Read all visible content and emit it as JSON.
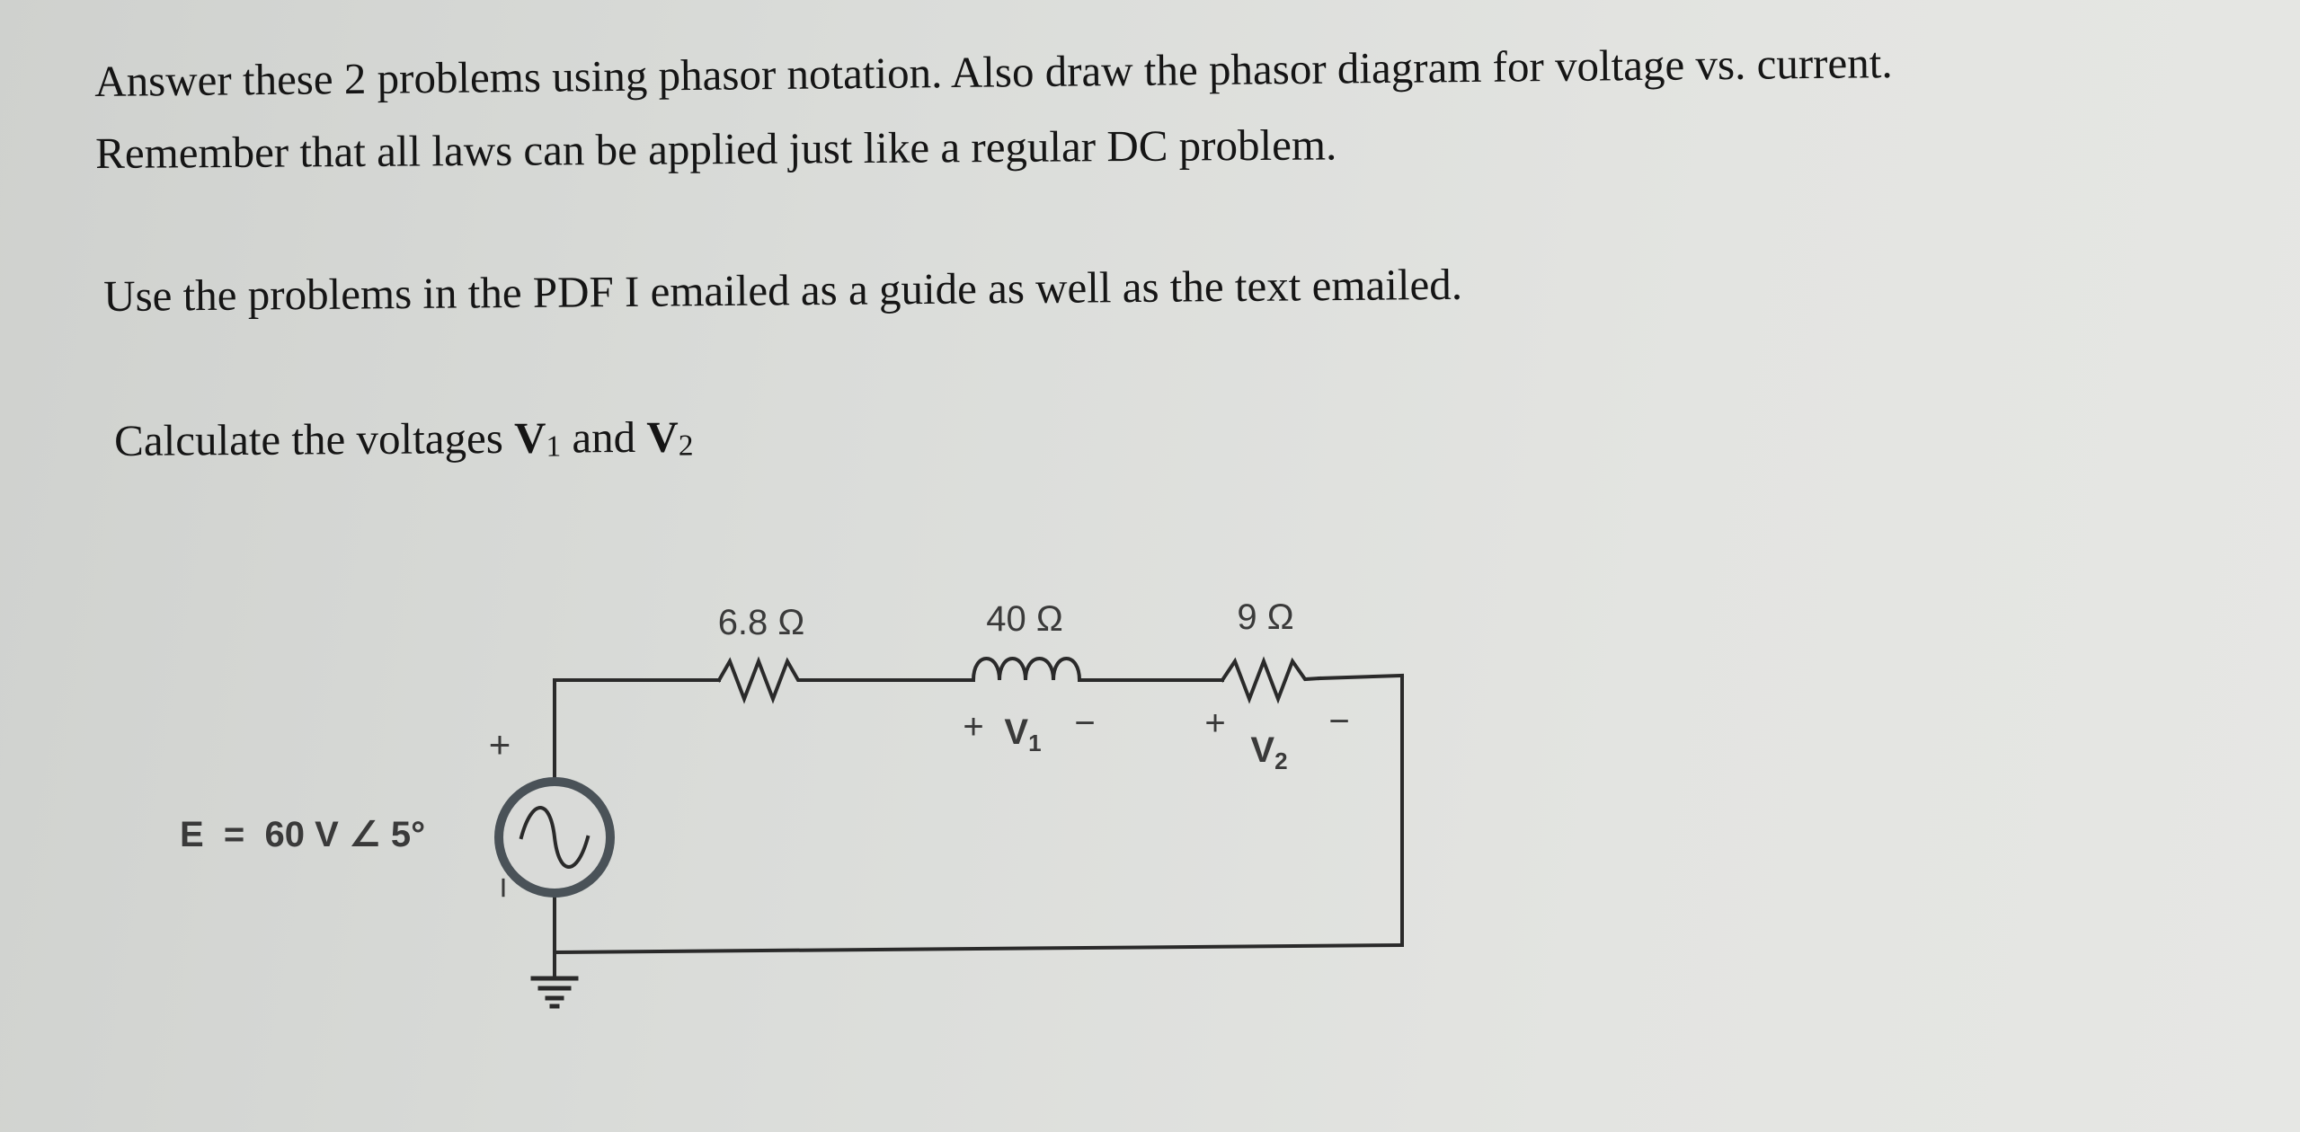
{
  "document": {
    "instruction_line1": "Answer these 2 problems using phasor notation.  Also draw the phasor diagram for voltage vs. current.",
    "instruction_line2": "Remember that all laws can be applied just like a regular DC problem.",
    "guide_line": "Use the problems in the PDF I emailed as a guide as well as the text emailed.",
    "question": {
      "prefix": "Calculate the voltages ",
      "v1_letter": "V",
      "v1_sub": "1",
      "conjunction": " and ",
      "v2_letter": "V",
      "v2_sub": "2"
    }
  },
  "circuit": {
    "source_label": "E  =  60 V ∠ 5°",
    "source_plus": "+",
    "source_minus": "−",
    "r1_label": "6.8 Ω",
    "inductor_label": "40 Ω",
    "r2_label": "9 Ω",
    "v1_plus": "+",
    "v1_letter": "V",
    "v1_sub": "1",
    "v1_minus": "−",
    "v2_plus": "+",
    "v2_letter": "V",
    "v2_sub": "2",
    "v2_minus": "−"
  }
}
